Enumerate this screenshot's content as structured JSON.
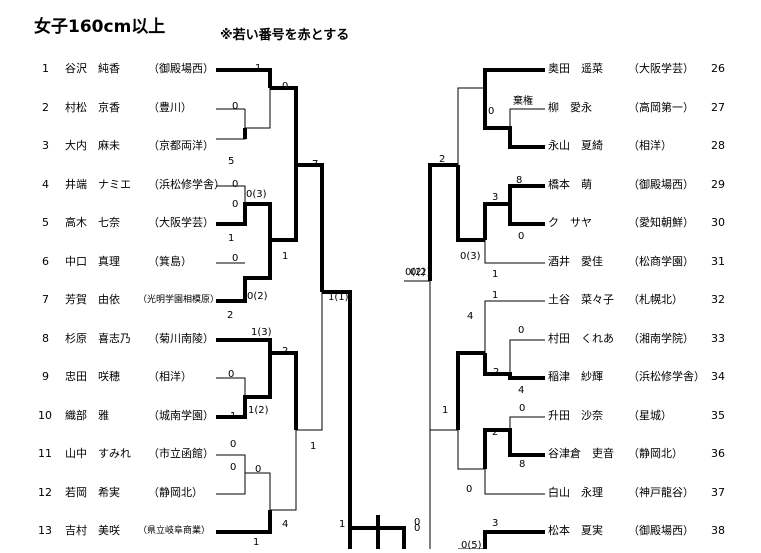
{
  "title": "女子160cm以上",
  "note": "※若い番号を赤とする",
  "left": [
    {
      "no": "1",
      "name": "谷沢　純香",
      "school": "（御殿場西）"
    },
    {
      "no": "2",
      "name": "村松　京香",
      "school": "（豊川）"
    },
    {
      "no": "3",
      "name": "大内　麻未",
      "school": "（京都両洋）"
    },
    {
      "no": "4",
      "name": "井端　ナミエ",
      "school": "（浜松修学舎）"
    },
    {
      "no": "5",
      "name": "高木　七奈",
      "school": "（大阪学芸）"
    },
    {
      "no": "6",
      "name": "中口　真理",
      "school": "（箕島）"
    },
    {
      "no": "7",
      "name": "芳賀　由依",
      "school": "（光明学園相模原）"
    },
    {
      "no": "8",
      "name": "杉原　喜志乃",
      "school": "（菊川南陵）"
    },
    {
      "no": "9",
      "name": "忠田　咲穂",
      "school": "（相洋）"
    },
    {
      "no": "10",
      "name": "織部　雅",
      "school": "（城南学園）"
    },
    {
      "no": "11",
      "name": "山中　すみれ",
      "school": "（市立函館）"
    },
    {
      "no": "12",
      "name": "若岡　希実",
      "school": "（静岡北）"
    },
    {
      "no": "13",
      "name": "吉村　美咲",
      "school": "（県立岐阜商業）"
    }
  ],
  "right": [
    {
      "no": "26",
      "name": "奥田　遥菜",
      "school": "（大阪学芸）"
    },
    {
      "no": "27",
      "name": "柳　愛永",
      "school": "（高岡第一）"
    },
    {
      "no": "28",
      "name": "永山　夏綺",
      "school": "（相洋）"
    },
    {
      "no": "29",
      "name": "橋本　萌",
      "school": "（御殿場西）"
    },
    {
      "no": "30",
      "name": "ク　サヤ",
      "school": "（愛知朝鮮）"
    },
    {
      "no": "31",
      "name": "酒井　愛佳",
      "school": "（松商学園）"
    },
    {
      "no": "32",
      "name": "土谷　菜々子",
      "school": "（札幌北）"
    },
    {
      "no": "33",
      "name": "村田　くれあ",
      "school": "（湘南学院）"
    },
    {
      "no": "34",
      "name": "稲津　紗輝",
      "school": "（浜松修学舎）"
    },
    {
      "no": "35",
      "name": "升田　沙奈",
      "school": "（星城）"
    },
    {
      "no": "36",
      "name": "谷津倉　吏音",
      "school": "（静岡北）"
    },
    {
      "no": "37",
      "name": "白山　永理",
      "school": "（神戸龍谷）"
    },
    {
      "no": "38",
      "name": "松本　夏実",
      "school": "（御殿場西）"
    }
  ],
  "scores": [
    "1",
    "0",
    "0",
    "5",
    "0",
    "7",
    "0",
    "0(3)",
    "1",
    "1",
    "0",
    "0(2)",
    "2",
    "1(1)",
    "1(3)",
    "2",
    "0",
    "1(2)",
    "1",
    "1",
    "0",
    "0",
    "0",
    "4",
    "1",
    "0(2)",
    "1",
    "0",
    "棄権",
    "0",
    "2",
    "3",
    "8",
    "0",
    "0(3)",
    "1",
    "0(2)",
    "1",
    "4",
    "0",
    "2",
    "4",
    "1",
    "0",
    "2",
    "8",
    "0",
    "3",
    "0(5)",
    "0"
  ]
}
